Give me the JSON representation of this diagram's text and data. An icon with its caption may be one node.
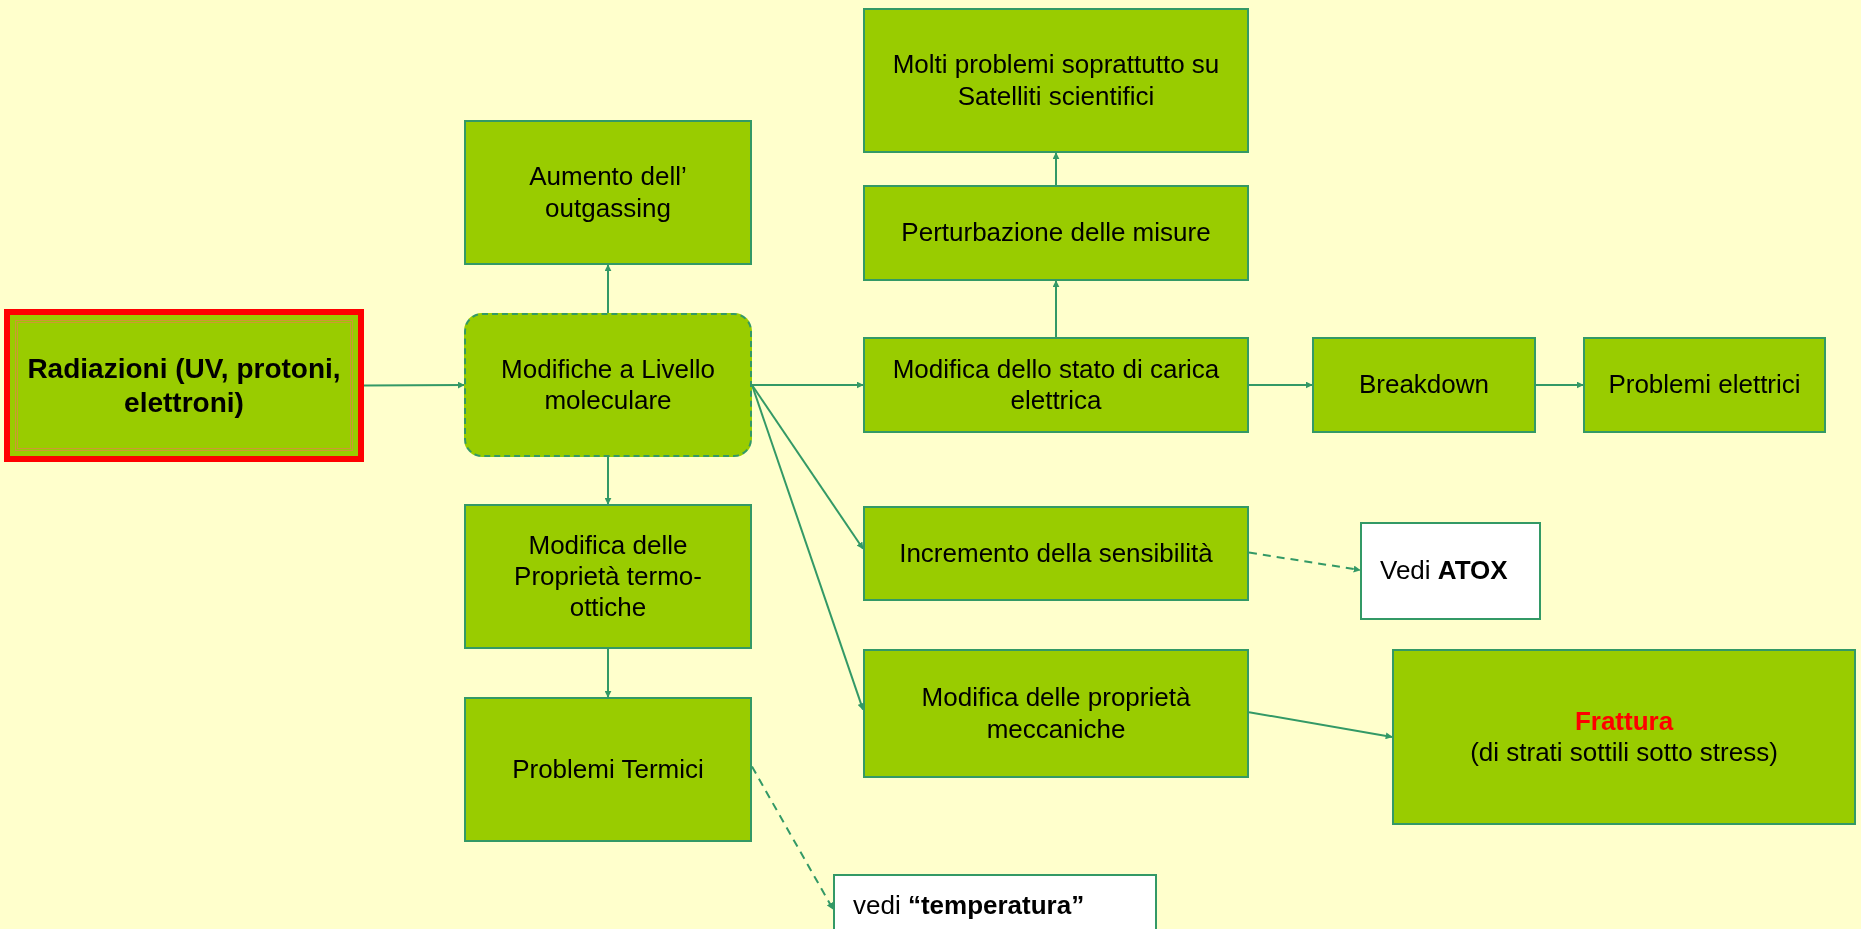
{
  "diagram": {
    "nodes": [
      {
        "text": [
          "Radiazioni (UV, protoni, elettroni)"
        ]
      },
      {
        "text": [
          "Modifiche a Livello moleculare"
        ]
      },
      {
        "text": [
          "Aumento dell’ outgassing"
        ]
      },
      {
        "text": [
          "Modifica delle Proprietà  termo-ottiche"
        ]
      },
      {
        "text": [
          "Problemi Termici"
        ]
      },
      {
        "text": [
          "vedi **“temperatura”**"
        ]
      },
      {
        "text": [
          "Molti problemi soprattutto su Satelliti scientifici"
        ]
      },
      {
        "text": [
          "Perturbazione delle misure"
        ]
      },
      {
        "text": [
          "Modifica dello stato di carica elettrica"
        ]
      },
      {
        "text": [
          "Breakdown"
        ]
      },
      {
        "text": [
          "Problemi elettrici"
        ]
      },
      {
        "text": [
          "Incremento della sensibilità"
        ]
      },
      {
        "text": [
          "Vedi **ATOX**"
        ]
      },
      {
        "text": [
          "Modifica delle proprietà meccaniche"
        ]
      },
      {
        "text": [
          "Frattura",
          "(di strati sottili sotto stress)"
        ]
      }
    ],
    "edges": [
      {
        "from": 0,
        "to": 1,
        "arrow": "to"
      },
      {
        "from": 1,
        "to": 2,
        "arrow": "to"
      },
      {
        "from": 1,
        "to": 3,
        "arrow": "to"
      },
      {
        "from": 3,
        "to": 4,
        "arrow": "to"
      },
      {
        "from": 4,
        "to": 5,
        "arrow": "to",
        "style": "dashed"
      },
      {
        "from": 1,
        "to": 8,
        "arrow": "to"
      },
      {
        "from": 8,
        "to": 7,
        "arrow": "to"
      },
      {
        "from": 7,
        "to": 6,
        "arrow": "to"
      },
      {
        "from": 8,
        "to": 9,
        "arrow": "to"
      },
      {
        "from": 9,
        "to": 10,
        "arrow": "to"
      },
      {
        "from": 1,
        "to": 11,
        "arrow": "to"
      },
      {
        "from": 1,
        "to": 13,
        "arrow": "to"
      },
      {
        "from": 11,
        "to": 12,
        "arrow": "to",
        "style": "dashed"
      },
      {
        "from": 13,
        "to": 14,
        "arrow": "to"
      }
    ]
  }
}
